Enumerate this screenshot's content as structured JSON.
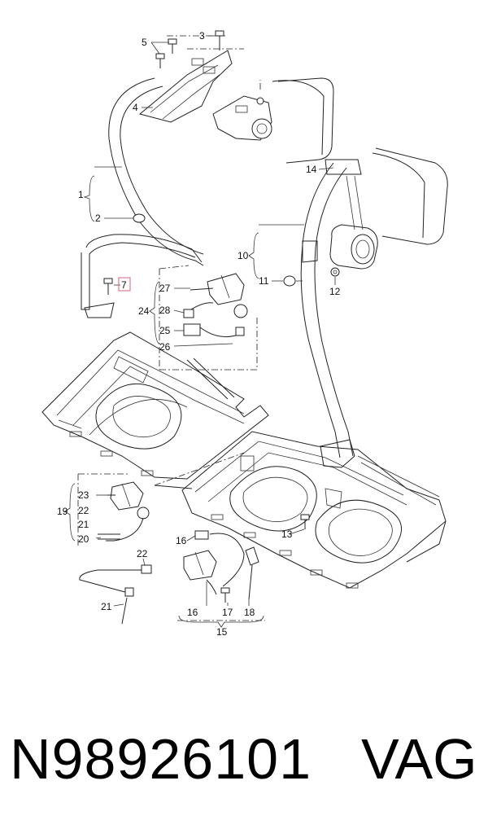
{
  "diagram": {
    "callouts": {
      "c1": "1",
      "c2": "2",
      "c3": "3",
      "c4": "4",
      "c5": "5",
      "c7": "7",
      "c10": "10",
      "c11": "11",
      "c12": "12",
      "c13": "13",
      "c14": "14",
      "c15": "15",
      "c16a": "16",
      "c16b": "16",
      "c17": "17",
      "c18": "18",
      "c19": "19",
      "c20": "20",
      "c21a": "21",
      "c21b": "21",
      "c22a": "22",
      "c22b": "22",
      "c23": "23",
      "c24": "24",
      "c25": "25",
      "c26": "26",
      "c27": "27",
      "c28": "28"
    },
    "highlight_color": "#e06070"
  },
  "footer": {
    "part_number": "N98926101",
    "brand": "VAG"
  }
}
